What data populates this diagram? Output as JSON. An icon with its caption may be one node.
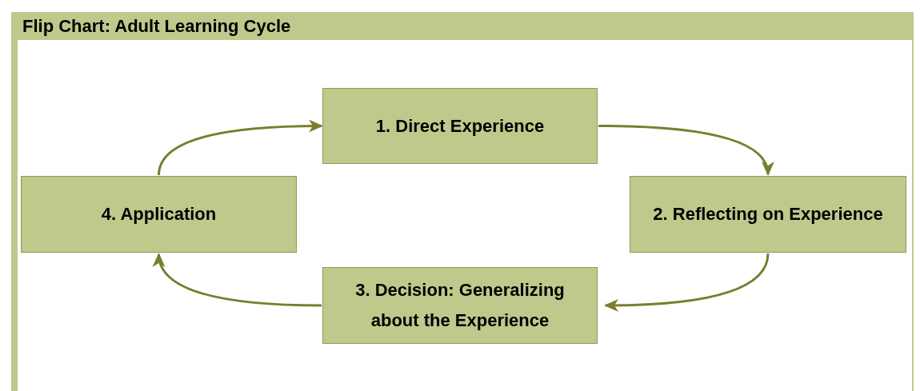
{
  "diagram": {
    "title": "Flip Chart: Adult Learning Cycle",
    "nodes": [
      {
        "text": [
          "1. Direct Experience"
        ]
      },
      {
        "text": [
          "2. Reflecting on Experience"
        ]
      },
      {
        "text": [
          "3. Decision: Generalizing about the Experience"
        ]
      },
      {
        "text": [
          "4. Application"
        ]
      }
    ],
    "edges": [
      {
        "from": 0,
        "to": 1,
        "arrow": "to"
      },
      {
        "from": 1,
        "to": 2,
        "arrow": "to"
      },
      {
        "from": 2,
        "to": 3,
        "arrow": "to"
      },
      {
        "from": 3,
        "to": 0,
        "arrow": "to"
      }
    ]
  }
}
